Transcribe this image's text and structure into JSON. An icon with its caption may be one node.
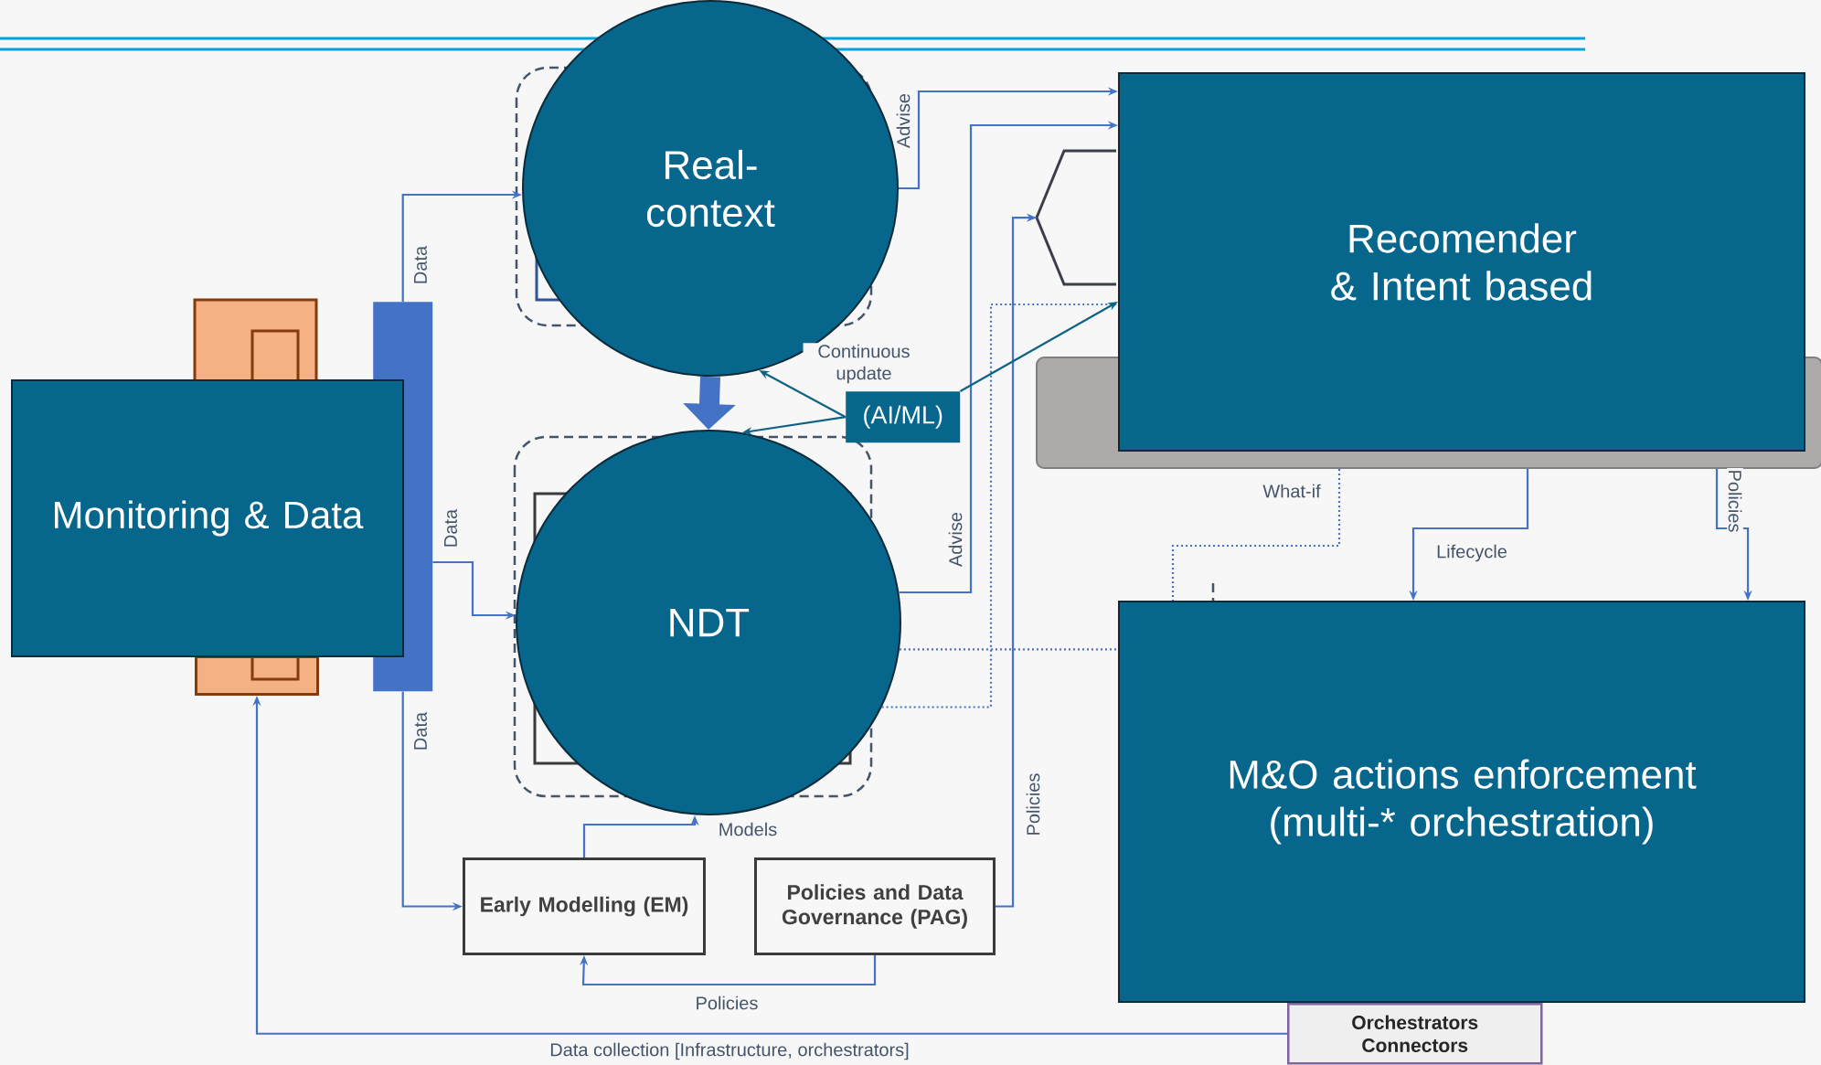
{
  "diagram": {
    "nodes": [
      {
        "text": [
          "Monitoring & Data"
        ]
      },
      {
        "text": [],
        "shape": "box"
      },
      {
        "text": [],
        "shape": "bar"
      },
      {
        "text": [
          "Real-context"
        ]
      },
      {
        "text": [
          "NDT"
        ]
      },
      {
        "text": [
          "(AI/ML)"
        ]
      },
      {
        "text": [],
        "shape": "hexagon"
      },
      {
        "text": [
          "Recomender & Intent based"
        ]
      },
      {
        "text": [],
        "shape": "box"
      },
      {
        "text": [
          "M&O actions enforcement (multi-* orchestration)"
        ]
      },
      {
        "text": [
          "Early Modelling (EM)"
        ]
      },
      {
        "text": [
          "Policies and Data Governance (PAG)"
        ]
      },
      {
        "text": [
          "Orchestrators Connectors"
        ]
      }
    ],
    "edges": [
      {
        "from": 2,
        "to": 3,
        "arrow": "to",
        "label": "Data"
      },
      {
        "from": 2,
        "to": 4,
        "arrow": "to",
        "label": "Data"
      },
      {
        "from": 2,
        "to": 10,
        "arrow": "to",
        "label": "Data"
      },
      {
        "from": 3,
        "to": 7,
        "arrow": "to",
        "label": "Advise"
      },
      {
        "from": 4,
        "to": 7,
        "arrow": "to",
        "label": "Advise"
      },
      {
        "from": 11,
        "to": 6,
        "arrow": "to",
        "label": "Policies"
      },
      {
        "from": 4,
        "to": 7,
        "arrow": "none",
        "style": "dashed"
      },
      {
        "from": 4,
        "to": 9,
        "arrow": "none",
        "style": "dashed"
      },
      {
        "from": 8,
        "to": 9,
        "arrow": "none",
        "label": "What-if",
        "style": "dashed"
      },
      {
        "from": 8,
        "to": 9,
        "arrow": "to",
        "label": "Lifecycle"
      },
      {
        "from": 8,
        "to": 9,
        "arrow": "to",
        "label": "Policies"
      },
      {
        "from": 10,
        "to": 4,
        "arrow": "to",
        "label": "Models"
      },
      {
        "from": 11,
        "to": 10,
        "arrow": "to",
        "label": "Policies"
      },
      {
        "from": 12,
        "to": 1,
        "arrow": "to",
        "label": "Data collection [Infrastructure, orchestrators]"
      },
      {
        "from": 5,
        "to": 3,
        "arrow": "to",
        "label": "Continuous update",
        "color": "#0E6384"
      },
      {
        "from": 5,
        "to": 4,
        "arrow": "to",
        "color": "#0E6384"
      },
      {
        "from": 5,
        "to": 7,
        "arrow": "to",
        "color": "#0E6384"
      },
      {
        "from": 3,
        "to": 4,
        "arrow": "to",
        "style": "thick"
      }
    ]
  }
}
